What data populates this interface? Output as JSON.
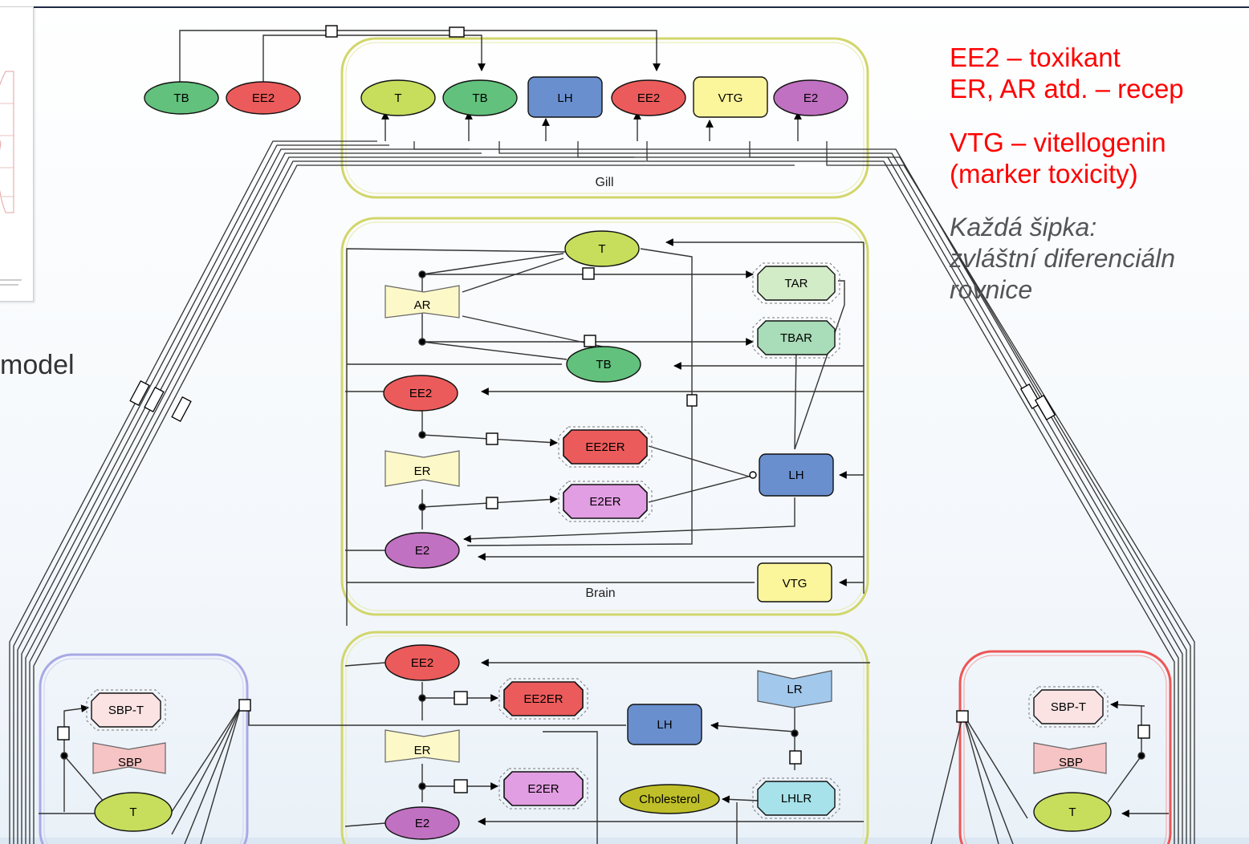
{
  "slide": {
    "left_label": "model",
    "notes": {
      "toxicant": "EE2 – toxikant",
      "receptors": "ER, AR atd. – recep",
      "vtg_line1": "VTG – vitellogenin",
      "vtg_line2": "(marker toxicity)",
      "arrow_line1": "Každá šipka:",
      "arrow_line2": "zvláštní diferenciáln",
      "arrow_line3": "rovnice"
    }
  },
  "diagram": {
    "compartments": {
      "gill": "Gill",
      "brain": "Brain"
    },
    "nodes": {
      "external_tb": "TB",
      "external_ee2": "EE2",
      "gill_t": "T",
      "gill_tb": "TB",
      "gill_lh": "LH",
      "gill_ee2": "EE2",
      "gill_vtg": "VTG",
      "gill_e2": "E2",
      "brain_t": "T",
      "brain_ar": "AR",
      "brain_tar": "TAR",
      "brain_tbar": "TBAR",
      "brain_tb": "TB",
      "brain_ee2": "EE2",
      "brain_er": "ER",
      "brain_ee2er": "EE2ER",
      "brain_e2er": "E2ER",
      "brain_lh": "LH",
      "brain_e2": "E2",
      "brain_vtg": "VTG",
      "gonad_ee2": "EE2",
      "gonad_ee2er": "EE2ER",
      "gonad_lr": "LR",
      "gonad_lh": "LH",
      "gonad_er": "ER",
      "gonad_e2er": "E2ER",
      "gonad_cholesterol": "Cholesterol",
      "gonad_lhlr": "LHLR",
      "gonad_e2": "E2",
      "left_sbpt": "SBP-T",
      "left_sbp": "SBP",
      "left_t": "T",
      "right_sbpt": "SBP-T",
      "right_sbp": "SBP",
      "right_t": "T"
    }
  },
  "colors": {
    "toxicant_note": "#ff0000",
    "compartment_border": "#d2d66a",
    "left_compartment_border": "#a9a9e6",
    "right_compartment_border": "#ee5555",
    "T": "#c6de5c",
    "TB": "#62c17c",
    "LH": "#6a8fcf",
    "EE2": "#ec5b5b",
    "VTG": "#fbf59b",
    "E2": "#c171c1",
    "receptor": "#fdf8c8",
    "TAR": "#d3ecc8",
    "TBAR": "#a9dcb8",
    "LR": "#a2c8ec",
    "LHLR": "#a7e2ea",
    "SBP": "#f6c4c4",
    "cholesterol": "#bfbf2a"
  }
}
